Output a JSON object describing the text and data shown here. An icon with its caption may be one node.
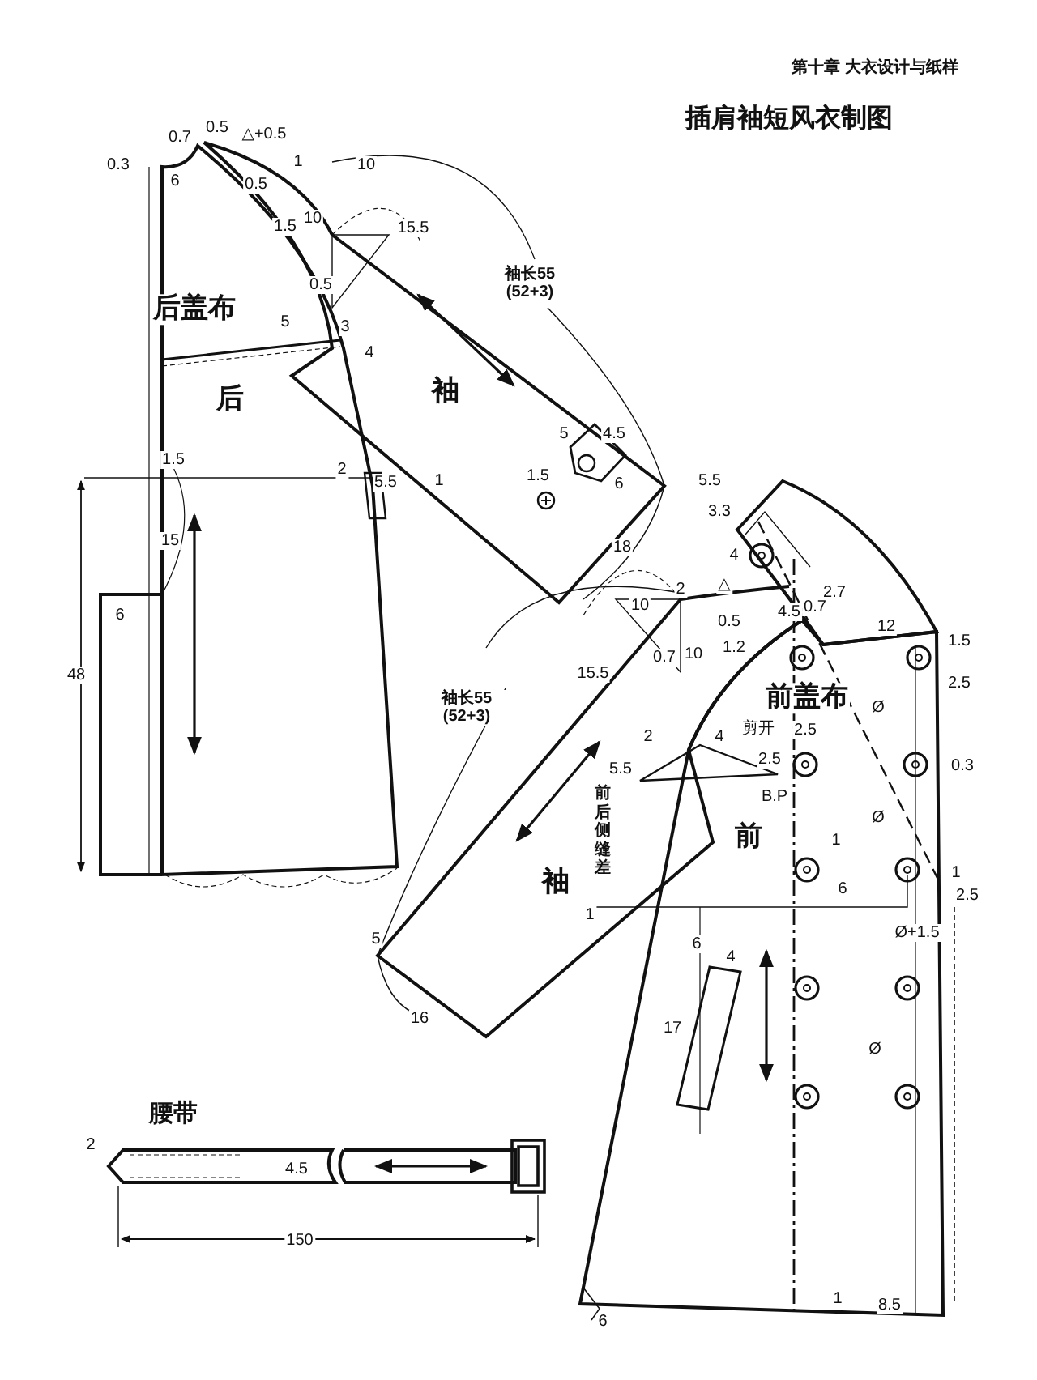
{
  "diagram": {
    "title": "插肩袖短风衣制图",
    "labels": [
      "第十章 大衣设计与纸样",
      "0.7",
      "0.5",
      "△+0.5",
      "0.3",
      "6",
      "0.5",
      "1",
      "10",
      "10",
      "1.5",
      "15.5",
      "0.5",
      "袖长55 (52+3)",
      "后盖布",
      "5",
      "3",
      "4",
      "后",
      "袖",
      "5",
      "4.5",
      "1.5",
      "2",
      "5.5",
      "1",
      "1.5",
      "6",
      "5.5",
      "3.3",
      "15",
      "18",
      "4",
      "2",
      "△",
      "2.7",
      "10",
      "0.5",
      "4.5",
      "0.7",
      "12",
      "1.5",
      "6",
      "15.5",
      "0.7",
      "10",
      "1.2",
      "2.5",
      "48",
      "袖长55 (52+3)",
      "前盖布",
      "剪开",
      "2.5",
      "Ø",
      "5.5",
      "2",
      "4",
      "2.5",
      "0.3",
      "B.P",
      "前后侧缝差",
      "Ø",
      "前",
      "1",
      "1",
      "袖",
      "6",
      "2.5",
      "1",
      "Ø+1.5",
      "5",
      "6",
      "4",
      "16",
      "17",
      "Ø",
      "腰带",
      "2",
      "4.5",
      "150",
      "1",
      "8.5",
      "6"
    ]
  }
}
